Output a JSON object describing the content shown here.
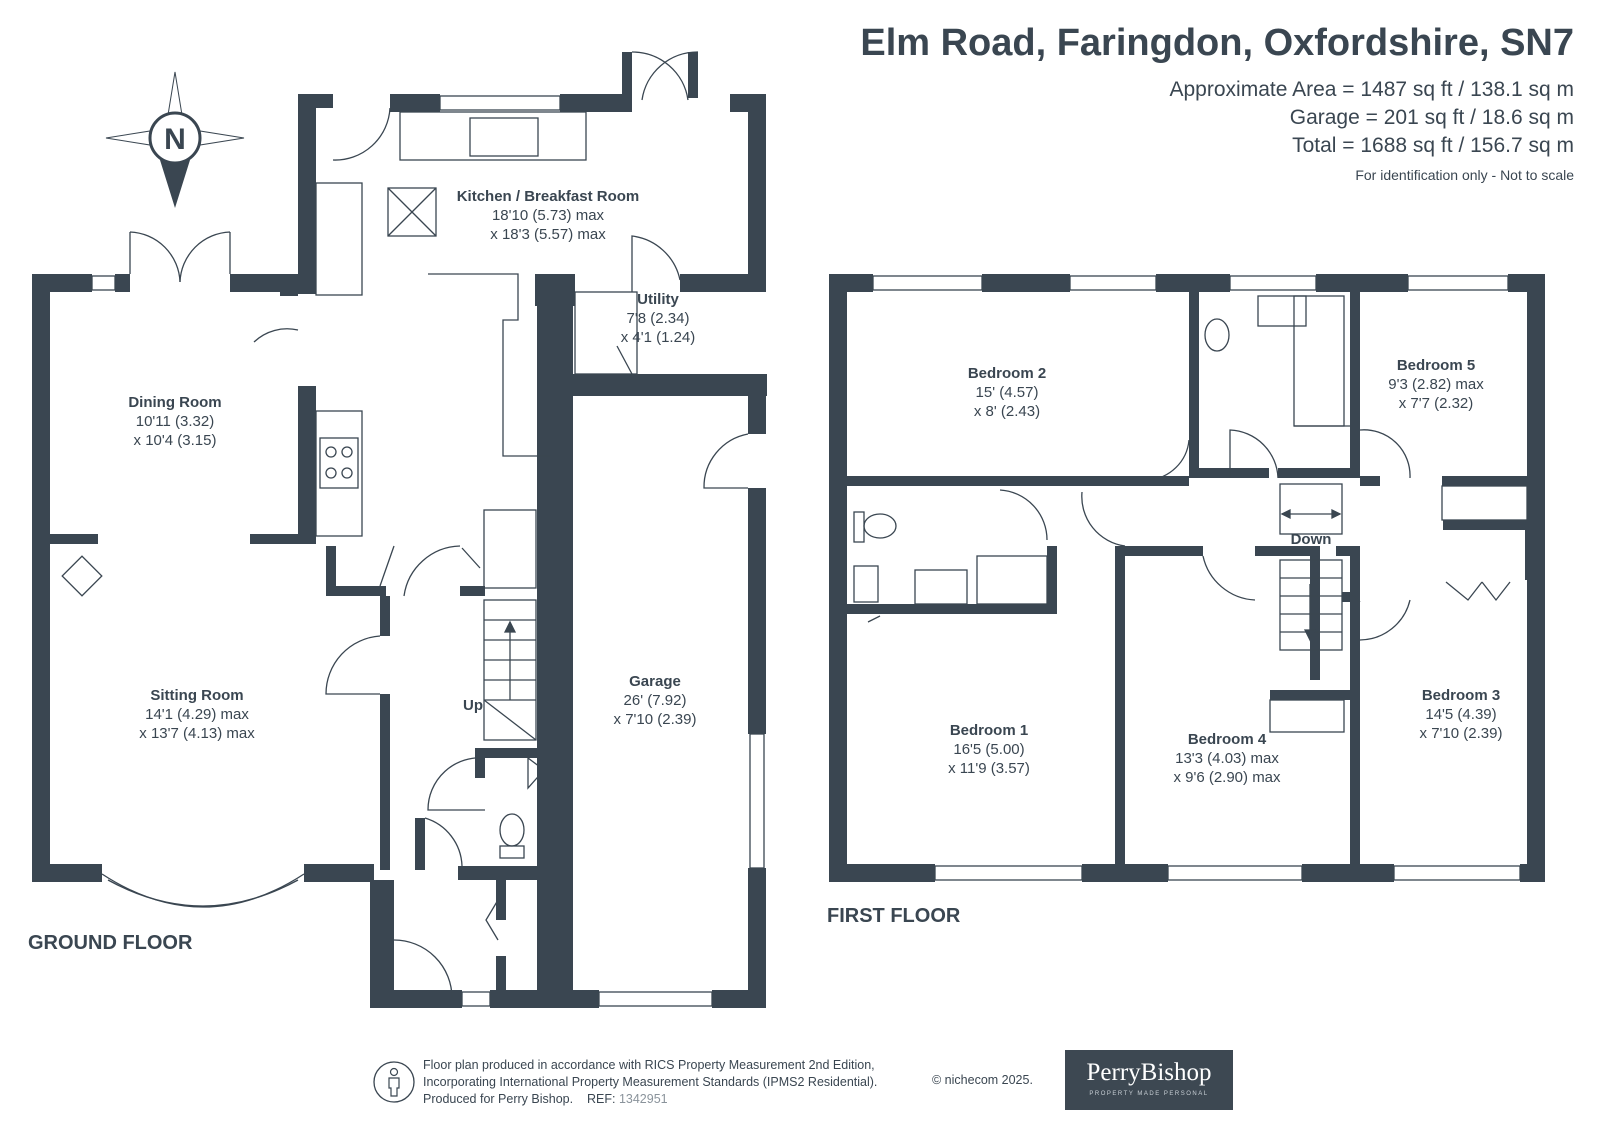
{
  "header": {
    "title": "Elm Road, Faringdon, Oxfordshire, SN7",
    "approx_area": "Approximate Area = 1487 sq ft / 138.1 sq m",
    "garage_area": "Garage = 201 sq ft / 18.6 sq m",
    "total_area": "Total = 1688 sq ft / 156.7 sq m",
    "disclaimer": "For identification only - Not to scale"
  },
  "compass": {
    "label": "N",
    "icon": "compass-rose-icon"
  },
  "ground_floor": {
    "label": "GROUND FLOOR",
    "rooms": [
      {
        "name": "Kitchen / Breakfast Room",
        "dim1": "18'10 (5.73) max",
        "dim2": "x 18'3 (5.57) max"
      },
      {
        "name": "Utility",
        "dim1": "7'8 (2.34)",
        "dim2": "x 4'1 (1.24)"
      },
      {
        "name": "Dining Room",
        "dim1": "10'11 (3.32)",
        "dim2": "x 10'4 (3.15)"
      },
      {
        "name": "Sitting Room",
        "dim1": "14'1 (4.29) max",
        "dim2": "x 13'7 (4.13) max"
      },
      {
        "name": "Garage",
        "dim1": "26' (7.92)",
        "dim2": "x 7'10 (2.39)"
      }
    ],
    "stairs_label": "Up"
  },
  "first_floor": {
    "label": "FIRST FLOOR",
    "rooms": [
      {
        "name": "Bedroom 2",
        "dim1": "15' (4.57)",
        "dim2": "x 8' (2.43)"
      },
      {
        "name": "Bedroom 5",
        "dim1": "9'3 (2.82) max",
        "dim2": "x 7'7 (2.32)"
      },
      {
        "name": "Bedroom 1",
        "dim1": "16'5 (5.00)",
        "dim2": "x 11'9 (3.57)"
      },
      {
        "name": "Bedroom 4",
        "dim1": "13'3 (4.03) max",
        "dim2": "x 9'6 (2.90) max"
      },
      {
        "name": "Bedroom 3",
        "dim1": "14'5 (4.39)",
        "dim2": "x 7'10 (2.39)"
      }
    ],
    "stairs_label": "Down"
  },
  "footer": {
    "line1": "Floor plan produced in accordance with RICS Property Measurement 2nd Edition,",
    "line2": "Incorporating International Property Measurement Standards (IPMS2 Residential).",
    "line3": "Produced for Perry Bishop.",
    "ref_label": "REF:",
    "ref_value": "1342951",
    "copyright": "© nichecom 2025."
  },
  "logo": {
    "brand": "PerryBishop",
    "tagline": "PROPERTY MADE PERSONAL"
  },
  "colors": {
    "wall": "#3a4651",
    "text": "#3a4651",
    "logo_bg": "#3d4852",
    "fixture": "#5a6670"
  }
}
